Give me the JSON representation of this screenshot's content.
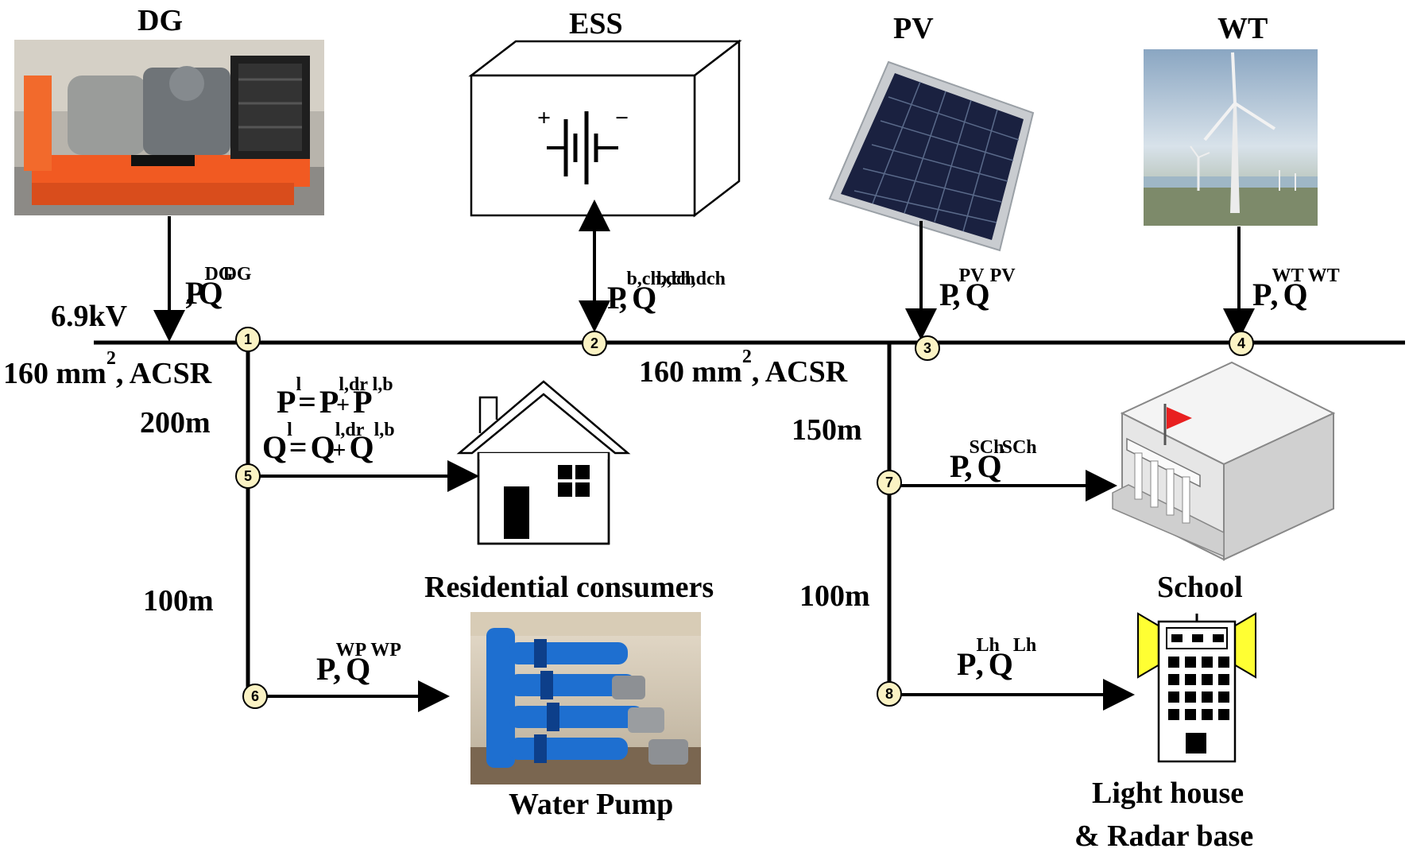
{
  "sources": {
    "dg": {
      "label": "DG",
      "power": "P",
      "power_sup": "DG",
      "sep": ",",
      "reactive": "Q",
      "reactive_sup": "DG"
    },
    "ess": {
      "label": "ESS",
      "power": "P",
      "power_sup": "b,ch,dch",
      "sep": ",",
      "reactive": "Q",
      "reactive_sup": "b,ch,dch",
      "plus": "+",
      "minus": "−"
    },
    "pv": {
      "label": "PV",
      "power": "P",
      "power_sup": "PV",
      "sep": ",",
      "reactive": "Q",
      "reactive_sup": "PV"
    },
    "wt": {
      "label": "WT",
      "power": "P",
      "power_sup": "WT",
      "sep": ",",
      "reactive": "Q",
      "reactive_sup": "WT"
    }
  },
  "bus": {
    "voltage": "6.9kV",
    "cable_left": "160 mm",
    "cable_left_sup": "2",
    "cable_left_suffix": ", ACSR",
    "cable_right": "160 mm",
    "cable_right_sup": "2",
    "cable_right_suffix": ", ACSR"
  },
  "distances": {
    "d15": "200m",
    "d56": "100m",
    "d37": "150m",
    "d78": "100m"
  },
  "nodes": [
    "1",
    "2",
    "3",
    "4",
    "5",
    "6",
    "7",
    "8"
  ],
  "loads": {
    "residential": {
      "label": "Residential consumers",
      "eq1_lhs": "P",
      "eq1_lhs_sup": "l",
      "eq1_eq": "=",
      "eq1_t1": "P",
      "eq1_t1_sup": "l,dr",
      "eq1_plus": "+",
      "eq1_t2": "P",
      "eq1_t2_sup": "l,b",
      "eq2_lhs": "Q",
      "eq2_lhs_sup": "l",
      "eq2_eq": "=",
      "eq2_t1": "Q",
      "eq2_t1_sup": "l,dr",
      "eq2_plus": "+",
      "eq2_t2": "Q",
      "eq2_t2_sup": "l,b"
    },
    "water_pump": {
      "label": "Water Pump",
      "power": "P",
      "power_sup": "WP",
      "sep": ",",
      "reactive": "Q",
      "reactive_sup": "WP"
    },
    "school": {
      "label": "School",
      "power": "P",
      "power_sup": "SCh",
      "sep": ",",
      "reactive": "Q",
      "reactive_sup": "SCh"
    },
    "lighthouse": {
      "label_line1": "Light house",
      "label_line2": "& Radar base",
      "power": "P",
      "power_sup": "Lh",
      "sep": ",",
      "reactive": "Q",
      "reactive_sup": "Lh"
    }
  },
  "colors": {
    "bus": "#000000",
    "node_fill": "#fbf3c4",
    "generator": "#f15a22",
    "pipe": "#1e6fd0",
    "panel": "#1a2140",
    "flag": "#e82020",
    "horn": "#ffff33"
  }
}
